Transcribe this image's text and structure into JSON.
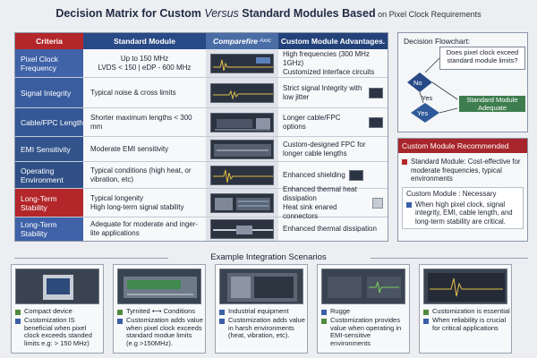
{
  "title": {
    "part1": "Decision Matrix for Custom ",
    "part2": "Versus",
    "part3": " Standard Modules Based",
    "part4": " on Pixel Clock Requirements"
  },
  "matrix": {
    "headers": {
      "criteria": "Criteria",
      "standard": "Standard Module",
      "compare": "Comparefire",
      "compare_sub": "Axxc",
      "custom": "Custom Module Advantages."
    },
    "rows": [
      {
        "criteria": "Pixel Clock Frequency",
        "standard": "Up to 150 MHz\nLVDS  < 150  |  eDP - 600 MHz",
        "custom": "High frequencies (300 MHz  1GHz)\nCustomized interface circuits",
        "color": "#3f62a8"
      },
      {
        "criteria": "Signal Integrity",
        "standard": "Typical noise & cross limits",
        "custom": "Strict signal Integrity with low jitter",
        "color": "#3a5d9f"
      },
      {
        "criteria": "Cable/FPC Length",
        "standard": "Shorter maximum lengths < 300 mm",
        "custom": "Longer cable/FPC options",
        "color": "#355895"
      },
      {
        "criteria": "EMI Sensitivity",
        "standard": "Moderate EMI sensitivity",
        "custom": "Custom-designed FPC for longer cable lengths",
        "color": "#32538c"
      },
      {
        "criteria": "Operating Environment",
        "standard": "Typical conditions (high heat, or vibration, etc)",
        "custom": "Enhanced shielding",
        "color": "#2f4f86"
      },
      {
        "criteria": "Long-Term Stability",
        "standard": "Typical longenity\nHigh long-term signal stability",
        "custom": "Enhanced thermal heat dissipation\nHeat sink enared connectors",
        "color": "#b3262a"
      },
      {
        "criteria": "Long-Term Stability",
        "standard": "Adequate for moderate and inger-lite applications",
        "custom": "Enhanced thermal dissipation",
        "color": "#3f62a8"
      }
    ]
  },
  "flowchart": {
    "title": "Decision Flowchart:",
    "question": "Does pixel clock exceed standard module limits?",
    "no": "No",
    "yes": "Yes",
    "yes2": "Yes",
    "result": "Standard Module Adequate"
  },
  "recommend": {
    "header": "Custom Module Recommended",
    "item1": "Standard Module: Cost-effective for moderate frequencies, typical environments",
    "sub": "Custom Module : Necessary",
    "item2": "When high pixel clock, signal integrity, EMI, cable length, and long-term stability are critical."
  },
  "scenarios": {
    "title": "Example Integration Scenarios",
    "cards": [
      {
        "a": "Compact device",
        "b": "Customization IS beneficial when pixel clock exceeds standed limits e.g: > 150 MHz)"
      },
      {
        "a": "Tyrnited ⟷ Conditions",
        "b": "Customization adds value when pixel clock exceeds standard modue limits (e.g >150MHz)."
      },
      {
        "a": "Industrial equipment",
        "b": "Customization adds value in harsh environments (heat, vibration, etc)."
      },
      {
        "a": "Rugge",
        "b": "Customization provides value when operating in EMI-sensitive environments"
      },
      {
        "a": "Customization is essential",
        "b": "When reliability is crucial for critical applications"
      }
    ]
  },
  "colors": {
    "accent_red": "#b3262a",
    "accent_blue": "#284a86",
    "accent_green": "#3e7d4e",
    "bullet_green": "#4f8a3e",
    "bullet_blue": "#3a5fa6"
  }
}
